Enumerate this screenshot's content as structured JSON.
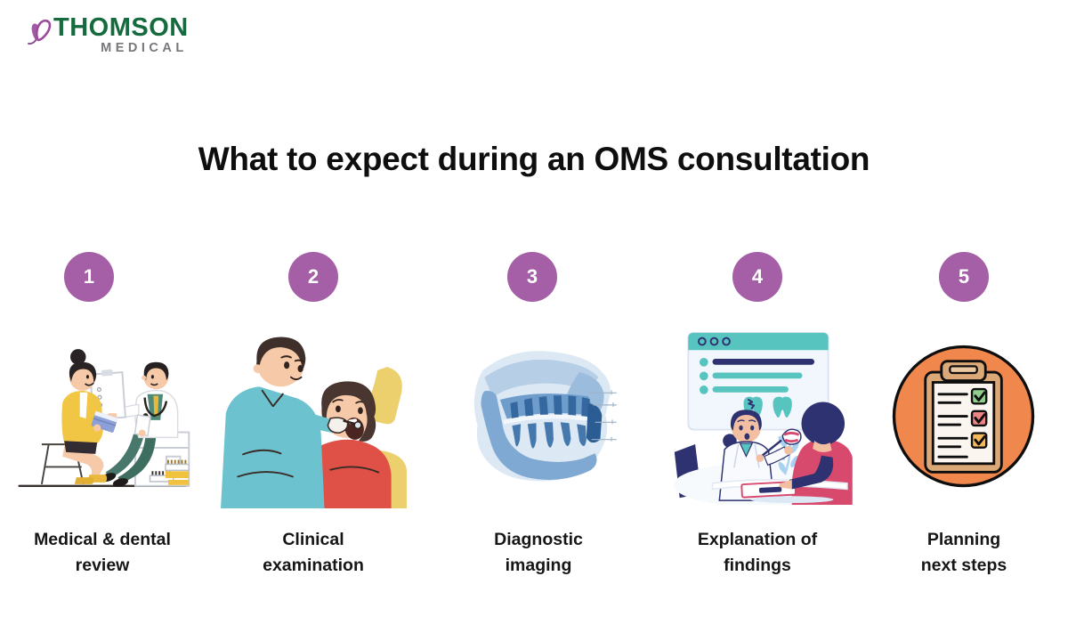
{
  "logo": {
    "icon": "butterfly-icon",
    "line1": "THOMSON",
    "line2": "MEDICAL",
    "line1_color": "#156B3D",
    "line2_color": "#77787B",
    "icon_color": "#9C4A9B"
  },
  "title": "What to expect during an OMS consultation",
  "steps": [
    {
      "number": "1",
      "label_lines": [
        "Medical & dental",
        "review"
      ],
      "illustration": "doctor-patient-consultation-illustration"
    },
    {
      "number": "2",
      "label_lines": [
        "Clinical",
        "examination"
      ],
      "illustration": "dentist-oral-examination-illustration"
    },
    {
      "number": "3",
      "label_lines": [
        "Diagnostic",
        "imaging"
      ],
      "illustration": "jaw-xray-illustration"
    },
    {
      "number": "4",
      "label_lines": [
        "Explanation of",
        "findings"
      ],
      "illustration": "dentist-explaining-chart-illustration"
    },
    {
      "number": "5",
      "label_lines": [
        "Planning",
        "next steps"
      ],
      "illustration": "checklist-clipboard-illustration"
    }
  ],
  "colors": {
    "background": "#FFFFFF",
    "badge": "#A55FA6",
    "badge_text": "#FFFFFF",
    "title_text": "#0E0E0E",
    "label_text": "#161616",
    "logo_green": "#156B3D",
    "logo_gray": "#77787B",
    "xray_blue": "#35689F",
    "step5_orange": "#F0874D",
    "teal_accent": "#57C4C0"
  }
}
